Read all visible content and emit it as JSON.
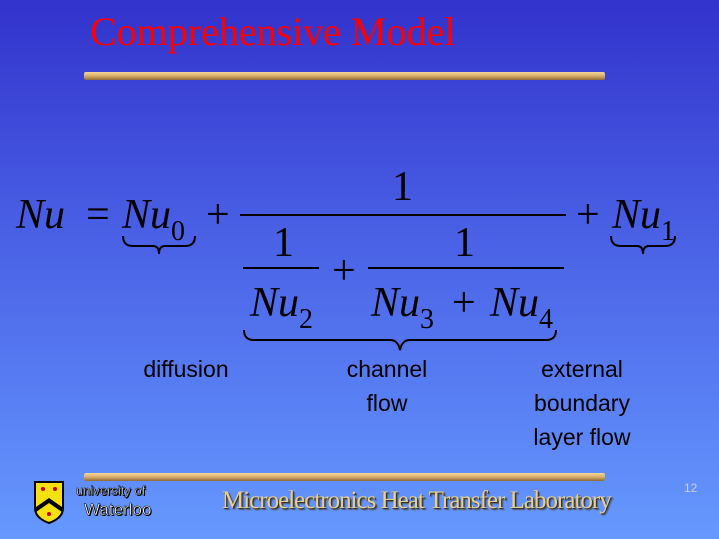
{
  "slide": {
    "title": "Comprehensive Model",
    "equation": {
      "lhs": "Nu",
      "equals": "=",
      "nu": "Nu",
      "sub0": "0",
      "sub1": "1",
      "sub2": "2",
      "sub3": "3",
      "sub4": "4",
      "plus": "+",
      "one": "1"
    },
    "labels": {
      "diffusion": "diffusion",
      "channel_flow": [
        "channel",
        "flow"
      ],
      "external": [
        "external",
        "boundary",
        "layer flow"
      ]
    },
    "footer": {
      "university_line1": "university of",
      "university_line2": "Waterloo",
      "lab_name": "Microelectronics Heat Transfer Laboratory",
      "page_number": "12"
    }
  },
  "colors": {
    "title": "#ff0000",
    "bar": "#d7ad6a",
    "bg_top": "#3232cc",
    "bg_bottom": "#6699ff"
  }
}
